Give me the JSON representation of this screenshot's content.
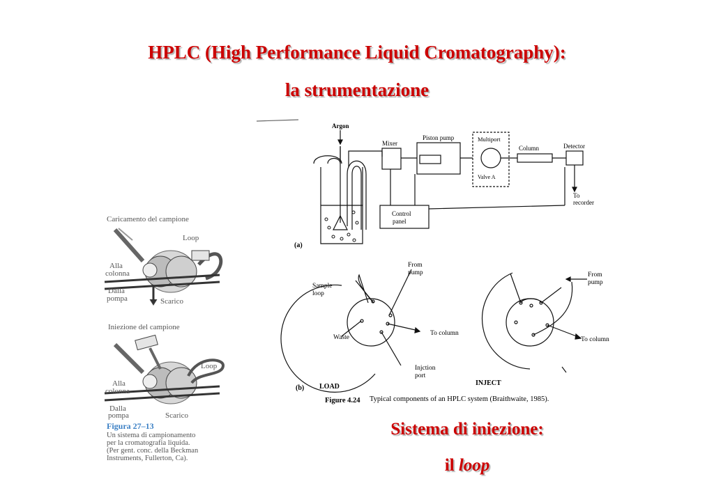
{
  "slide": {
    "title_line1": "HPLC (High Performance Liquid Cromatography):",
    "title_line2": "la strumentazione",
    "sub_line1": "Sistema di iniezione:",
    "sub_line2_prefix": "il ",
    "sub_line2_em": "loop"
  },
  "left_figure": {
    "top_caption": "Caricamento del campione",
    "top_loop": "Loop",
    "alla_colonna_1": "Alla",
    "alla_colonna_2": "colonna",
    "dalla_pompa_1": "Dalla",
    "dalla_pompa_2": "pompa",
    "scarico": "Scarico",
    "bottom_caption": "Iniezione del campione",
    "bottom_loop": "Loop",
    "fig_label": "Figura 27–13",
    "fig_text_1": "Un sistema di campionamento",
    "fig_text_2": "per la cromatografia liquida.",
    "fig_text_3": "(Per gent. conc. della Beckman",
    "fig_text_4": "Instruments, Fullerton, Ca)."
  },
  "right_figure": {
    "argon": "Argon",
    "mixer": "Mixer",
    "piston_pump": "Piston pump",
    "multiport": "Multiport",
    "valve_a": "Valve  A",
    "column": "Column",
    "detector": "Detector",
    "to_recorder_1": "To",
    "to_recorder_2": "recorder",
    "control_panel_1": "Control",
    "control_panel_2": "panel",
    "label_a": "(a)",
    "label_b": "(b)",
    "from_pump_1": "From",
    "from_pump_2": "pump",
    "sample_loop_1": "Sample",
    "sample_loop_2": "loop",
    "waste": "Waste",
    "to_column": "To column",
    "injection_port_1": "Injction",
    "injection_port_2": "port",
    "load": "LOAD",
    "inject": "INJECT",
    "figure_label": "Figure 4.24",
    "figure_caption": "Typical components of an HPLC system (Braithwaite, 1985)."
  }
}
